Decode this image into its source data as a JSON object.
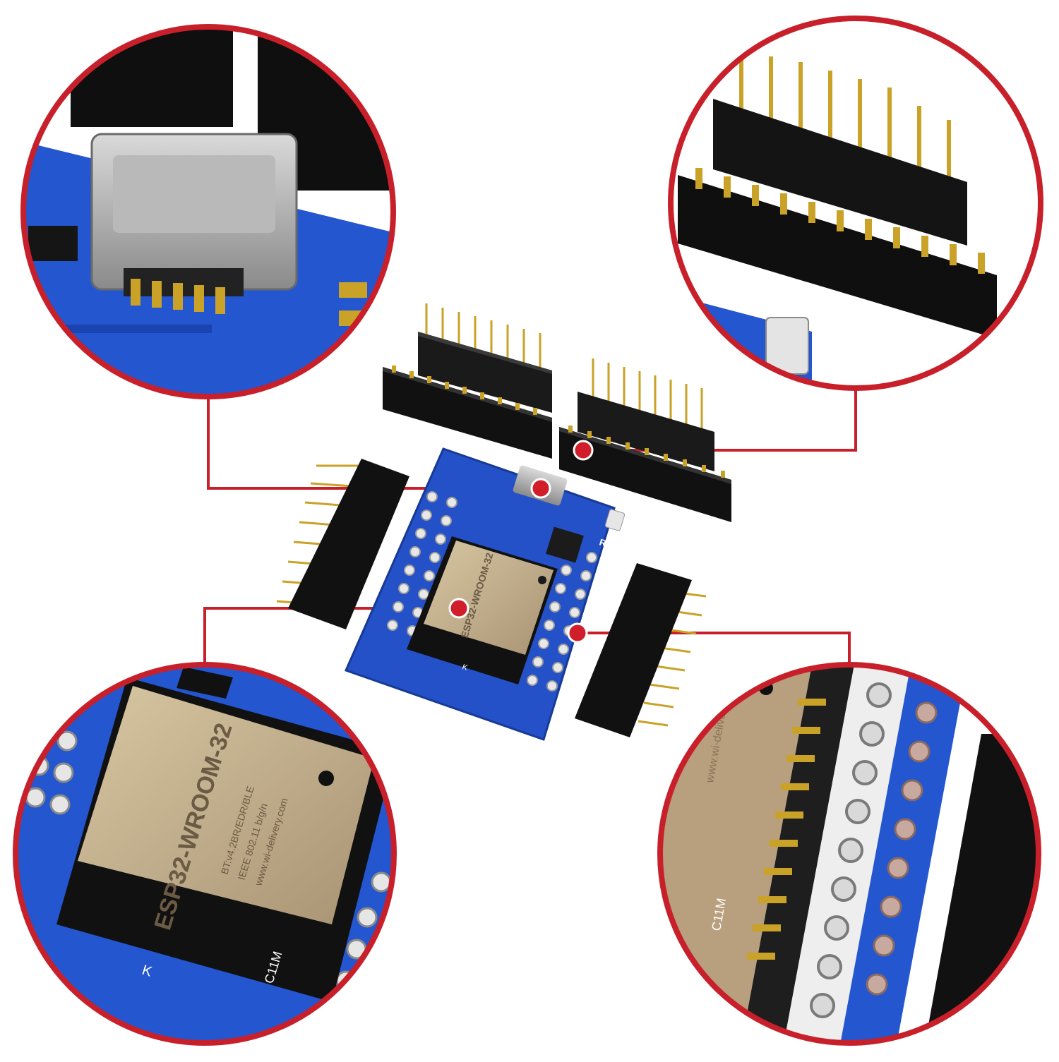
{
  "module": {
    "model_label": "ESP32-WROOM-32",
    "reset_label": "RST",
    "antenna_marker": "K"
  },
  "zoom_module": {
    "model_label": "ESP32-WROOM-32",
    "line1": "BT:v4.2BR/EDR/BLE",
    "line2": "IEEE 802.11 b/g/n",
    "line3": "www.wi-delivery.com",
    "antenna_marker": "K",
    "side_mark": "C11M"
  },
  "zoom_holes": {
    "side_mark": "C11M",
    "url_fragment": "www.wi-delivery.com"
  },
  "colors": {
    "callout": "#c8202a",
    "pcb": "#1f4fc4",
    "header": "#111111",
    "gold": "#c9a227",
    "shield": "#c9b48f"
  }
}
